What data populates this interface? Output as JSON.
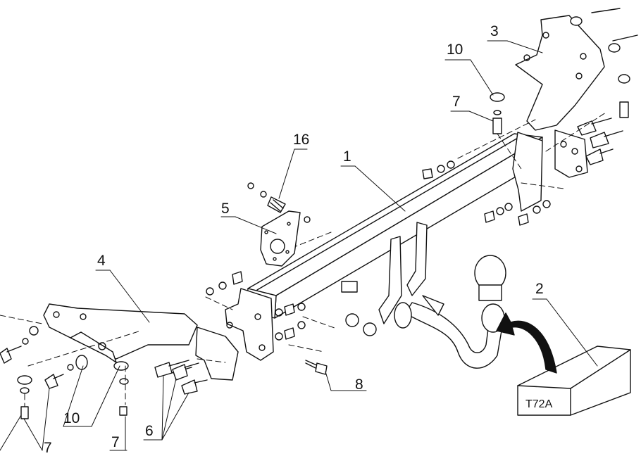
{
  "callouts": [
    "1",
    "2",
    "3",
    "4",
    "5",
    "6",
    "7",
    "7",
    "7",
    "8",
    "10",
    "10",
    "16"
  ],
  "box_label": "T72A",
  "colors": {
    "stroke": "#111111",
    "fill": "#ffffff"
  }
}
